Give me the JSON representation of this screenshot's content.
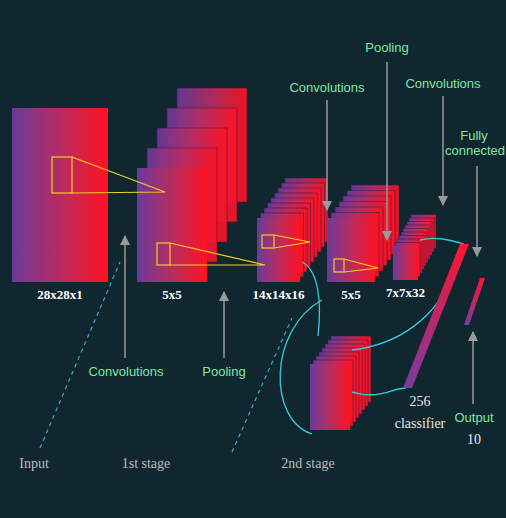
{
  "diagram": {
    "nodes": [
      {
        "text": [
          "28x28x1"
        ]
      },
      {
        "text": [
          "5x5"
        ]
      },
      {
        "text": [
          "14x14x16"
        ]
      },
      {
        "text": [
          "5x5"
        ]
      },
      {
        "text": [
          "7x7x32"
        ]
      }
    ],
    "labels": [
      "Pooling",
      "Convolutions",
      "Convolutions",
      "Fully connected",
      "Convolutions",
      "Pooling",
      "256",
      "classifier",
      "Output",
      "10",
      "Input",
      "1st stage",
      "2nd stage"
    ]
  }
}
